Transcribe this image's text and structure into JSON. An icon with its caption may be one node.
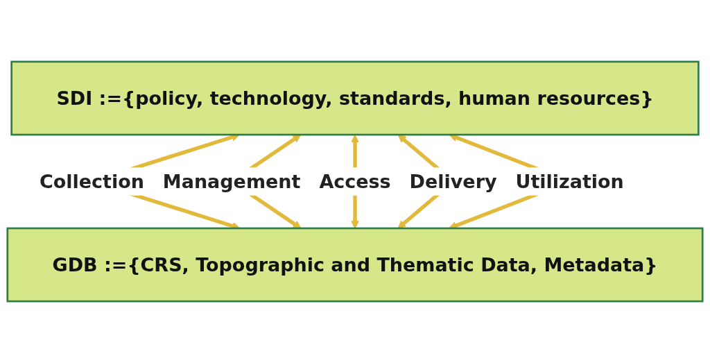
{
  "diagram": {
    "nodes": [
      {
        "text": [
          "SDI :={policy, technology, standards, human resources}"
        ]
      },
      {
        "text": [
          "GDB :={CRS, Topographic and Thematic Data, Metadata}"
        ]
      }
    ],
    "edges": [
      {
        "from": 0,
        "to": 1,
        "arrow": "both",
        "label": "Collection"
      },
      {
        "from": 0,
        "to": 1,
        "arrow": "both",
        "label": "Management"
      },
      {
        "from": 0,
        "to": 1,
        "arrow": "both",
        "label": "Access"
      },
      {
        "from": 0,
        "to": 1,
        "arrow": "both",
        "label": "Delivery"
      },
      {
        "from": 0,
        "to": 1,
        "arrow": "both",
        "label": "Utilization"
      }
    ]
  }
}
